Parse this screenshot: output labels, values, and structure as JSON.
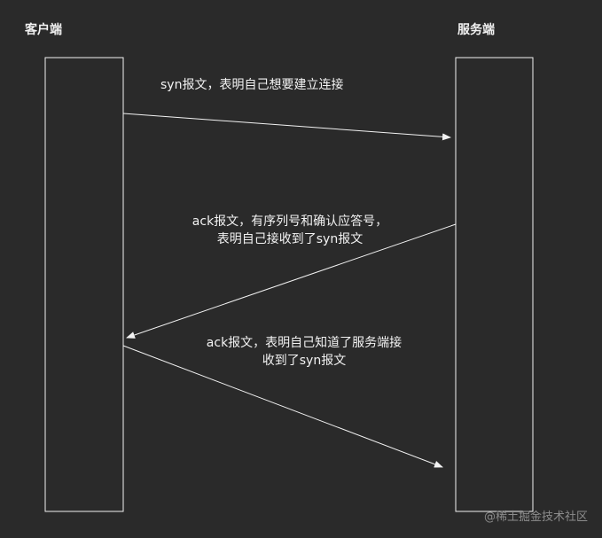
{
  "participants": {
    "client": "客户端",
    "server": "服务端"
  },
  "messages": [
    {
      "lines": [
        "syn报文，表明自己想要建立连接"
      ],
      "direction": "client-to-server"
    },
    {
      "lines": [
        "ack报文，有序列号和确认应答号，",
        "表明自己接收到了syn报文"
      ],
      "direction": "server-to-client"
    },
    {
      "lines": [
        "ack报文，表明自己知道了服务端接",
        "收到了syn报文"
      ],
      "direction": "client-to-server"
    }
  ],
  "watermark": "@稀土掘金技术社区",
  "colors": {
    "background": "#2a2a2a",
    "line": "#f2f2f2",
    "text": "#f2f2f2",
    "watermark": "#8c8c8c"
  }
}
